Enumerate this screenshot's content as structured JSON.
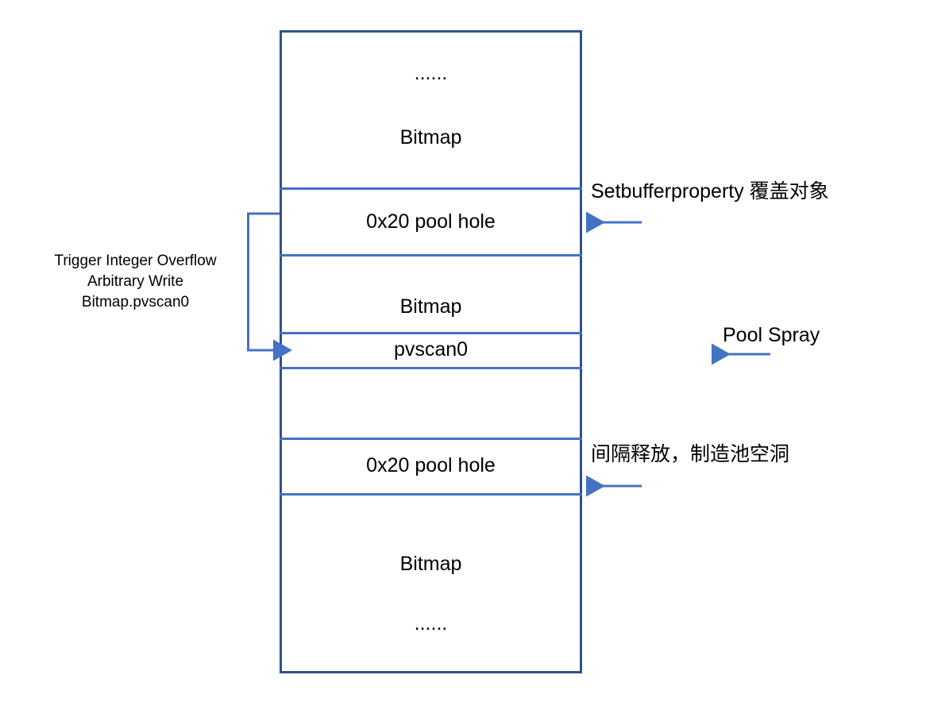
{
  "diagram": {
    "title": "Kernel pool layout for bitmap pool spray exploitation",
    "colors": {
      "box_border": "#2E5288",
      "divider": "#4472C4",
      "arrow": "#4472C4",
      "text": "#000000",
      "background": "#FFFFFF"
    },
    "pool": {
      "name": "kernel-pool",
      "cells": [
        {
          "id": "cell-bitmap-top",
          "label": "Bitmap",
          "secondary_label": "......",
          "type": "bitmap"
        },
        {
          "id": "cell-pool-hole-top",
          "label": "0x20 pool hole",
          "secondary_label": "",
          "type": "hole"
        },
        {
          "id": "cell-bitmap-middle",
          "label": "Bitmap",
          "secondary_label": "",
          "type": "bitmap"
        },
        {
          "id": "cell-pvscan0",
          "label": "pvscan0",
          "secondary_label": "",
          "type": "field"
        },
        {
          "id": "cell-empty",
          "label": "",
          "secondary_label": "",
          "type": "empty"
        },
        {
          "id": "cell-pool-hole-bottom",
          "label": "0x20 pool hole",
          "secondary_label": "",
          "type": "hole"
        },
        {
          "id": "cell-bitmap-bottom",
          "label": "Bitmap",
          "secondary_label": "......",
          "type": "bitmap"
        }
      ]
    },
    "annotations": {
      "left": {
        "name": "trigger-overflow-annotation",
        "lines": [
          "Trigger Integer Overflow",
          "Arbitrary Write",
          "Bitmap.pvscan0"
        ]
      },
      "right": [
        {
          "id": "annotation-setbufferproperty",
          "text": "Setbufferproperty 覆盖对象",
          "target": "cell-pool-hole-top"
        },
        {
          "id": "annotation-pool-spray",
          "text": "Pool Spray",
          "target": "cell-pvscan0"
        },
        {
          "id": "annotation-interval-free",
          "text": "间隔释放，制造池空洞",
          "target": "cell-pool-hole-bottom"
        }
      ]
    }
  }
}
